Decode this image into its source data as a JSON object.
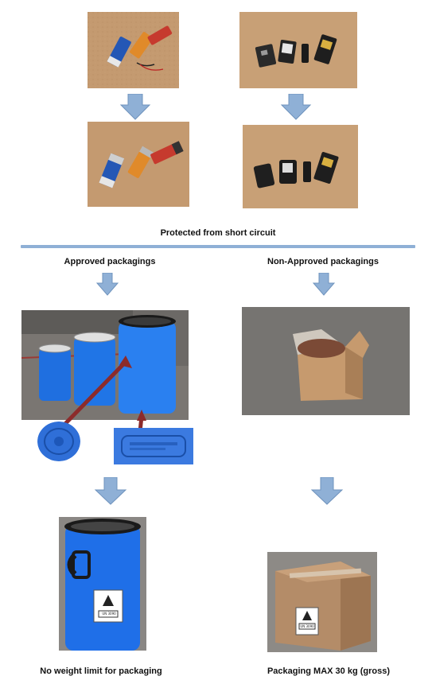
{
  "captions": {
    "protected": "Protected from short circuit",
    "approved": "Approved packagings",
    "non_approved": "Non-Approved packagings",
    "no_weight_limit": "No weight limit for packaging",
    "max_weight": "Packaging MAX 30 kg (gross)"
  },
  "label_text": {
    "drum_label": "UN 3090",
    "box_label": "UN 3090"
  },
  "colors": {
    "arrow_fill": "#8fb0d6",
    "divider": "#8fb0d6",
    "cardboard": "#c59a72",
    "drum_blue": "#1f6fe0",
    "lead_red": "#8c2b2b"
  }
}
